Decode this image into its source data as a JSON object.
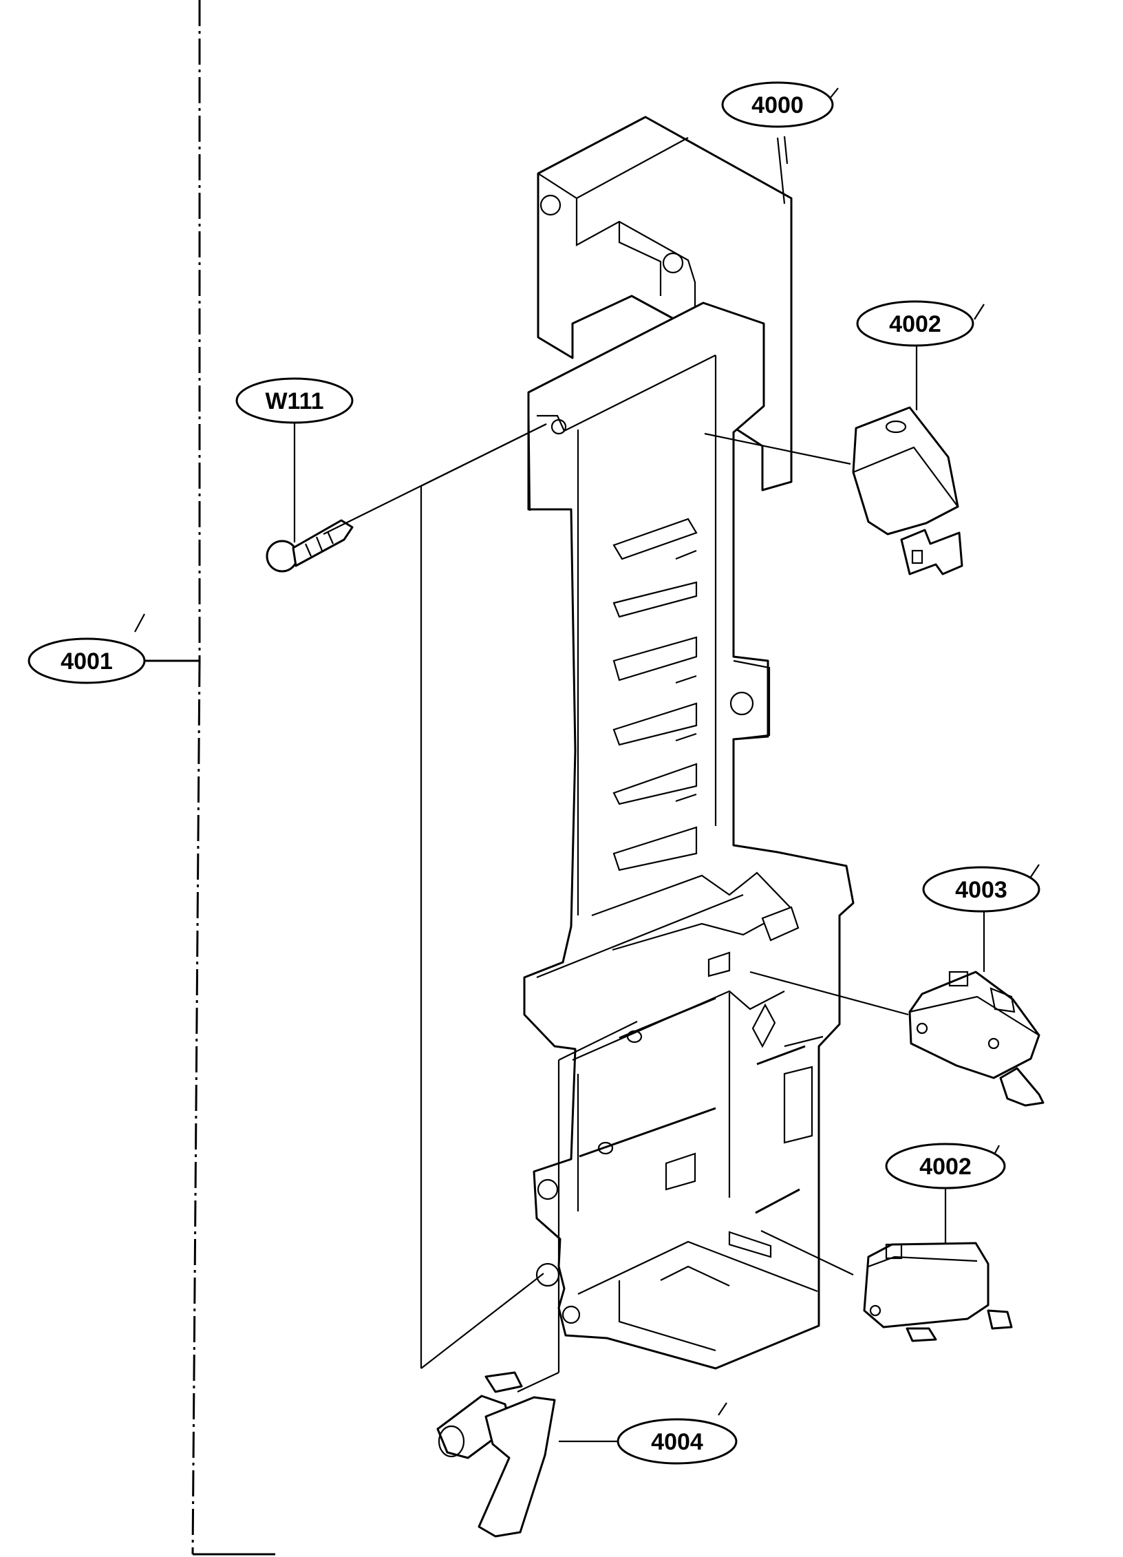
{
  "diagram": {
    "callouts": {
      "part_4000": "4000",
      "part_4001": "4001",
      "part_4002_upper": "4002",
      "part_4002_lower": "4002",
      "part_4003": "4003",
      "part_4004": "4004",
      "screw_w111": "W111"
    }
  }
}
